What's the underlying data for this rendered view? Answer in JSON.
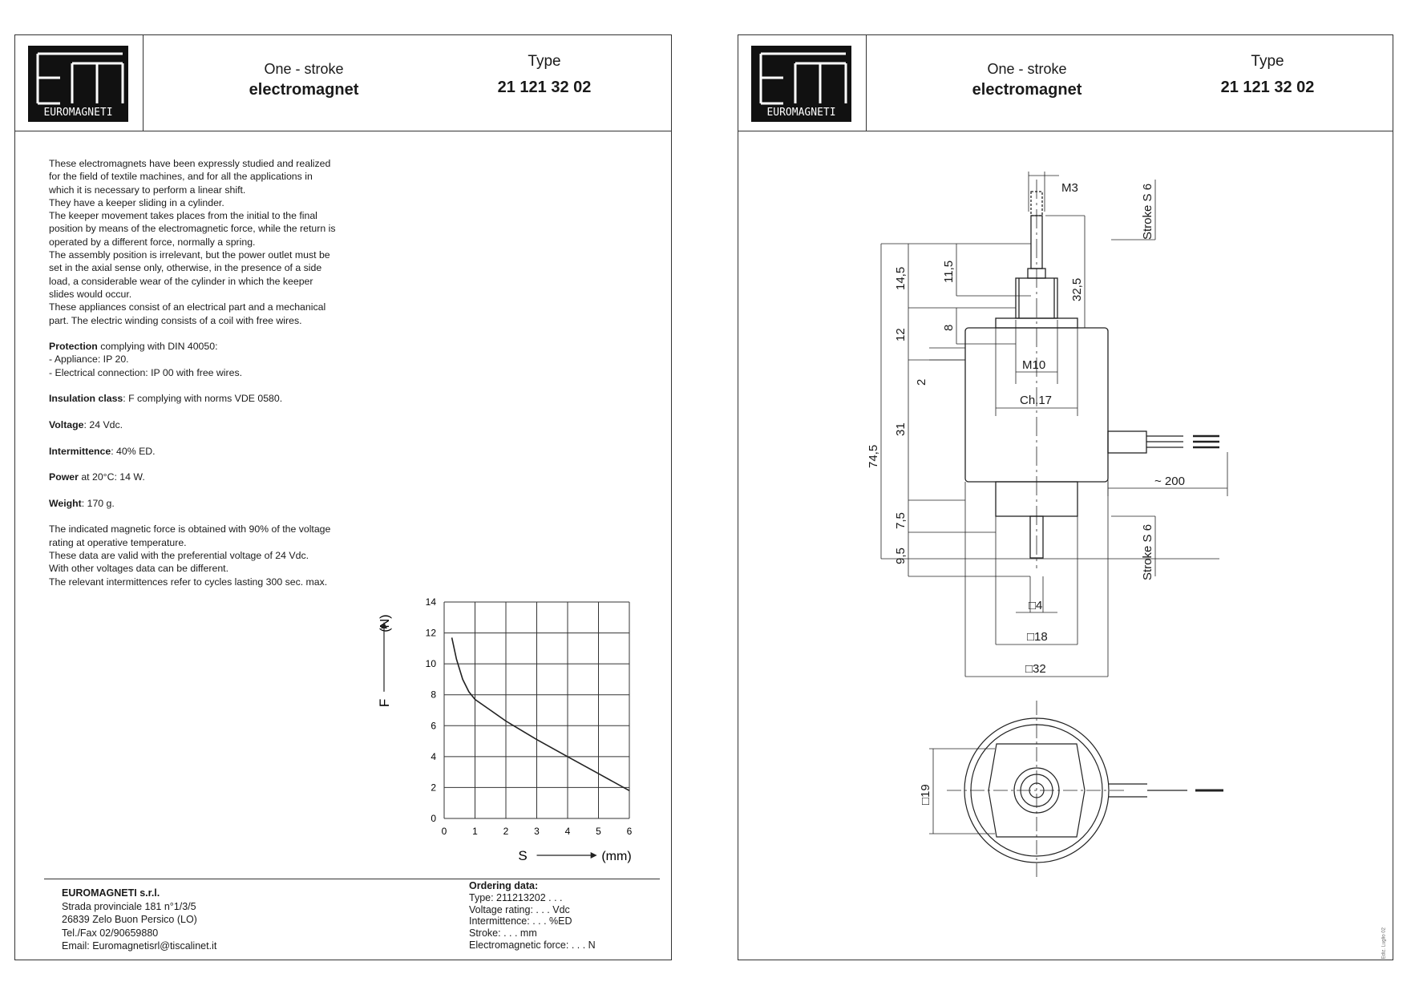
{
  "header": {
    "logo_text": "EUROMAGNETI",
    "product_line1": "One - stroke",
    "product_line2": "electromagnet",
    "type_label": "Type",
    "type_number": "21 121 32 02"
  },
  "description": [
    "These electromagnets have been expressly studied and realized",
    "for the field of textile machines, and for all the applications in",
    "which it is necessary to perform a linear shift.",
    "They have a keeper sliding in a cylinder.",
    "The keeper movement takes places from the initial to the final",
    "position by means of the electromagnetic force, while the return is",
    "operated by a different force, normally a spring.",
    "The assembly position is irrelevant, but the power outlet must be",
    "set in the axial sense only, otherwise, in the presence of a side",
    "load, a considerable wear of the cylinder in which the keeper",
    "slides would occur.",
    "These appliances consist of an electrical part and a mechanical",
    "part. The electric winding consists of a coil with free wires."
  ],
  "specs": {
    "protection_label": "Protection",
    "protection_text": " complying with DIN 40050:",
    "protection_line1": "- Appliance: IP 20.",
    "protection_line2": "- Electrical connection: IP 00 with free wires.",
    "insulation_label": "Insulation class",
    "insulation_text": ": F complying with norms VDE 0580.",
    "voltage_label": "Voltage",
    "voltage_text": ": 24 Vdc.",
    "intermittence_label": "Intermittence",
    "intermittence_text": ": 40% ED.",
    "power_label": "Power",
    "power_text": " at 20°C: 14 W.",
    "weight_label": "Weight",
    "weight_text": ": 170 g."
  },
  "notes": [
    "The indicated magnetic force is obtained with 90% of the voltage",
    "rating at operative temperature.",
    "These data are valid with the preferential voltage of 24 Vdc.",
    "With other voltages data can be different.",
    "The relevant intermittences refer to cycles lasting 300 sec. max."
  ],
  "company": {
    "name": "EUROMAGNETI s.r.l.",
    "address1": "Strada provinciale 181 n°1/3/5",
    "address2": "26839 Zelo Buon Persico (LO)",
    "phone": "Tel./Fax 02/90659880",
    "email": "Email: Euromagnetisrl@tiscalinet.it"
  },
  "ordering": {
    "title": "Ordering data:",
    "type": "Type: 211213202 . . .",
    "voltage": "Voltage rating: . . . Vdc",
    "intermittence": "Intermittence: . . . %ED",
    "stroke": "Stroke: . . . mm",
    "force": "Electromagnetic force: . . . N"
  },
  "chart_data": {
    "type": "line",
    "xlabel": "S",
    "xunit": "(mm)",
    "ylabel": "F",
    "yunit": "(N)",
    "xlim": [
      0,
      6
    ],
    "ylim": [
      0,
      14
    ],
    "xticks": [
      0,
      1,
      2,
      3,
      4,
      5,
      6
    ],
    "yticks": [
      0,
      2,
      4,
      6,
      8,
      10,
      12,
      14
    ],
    "grid": true,
    "series": [
      {
        "x": [
          0.25,
          0.4,
          0.6,
          0.8,
          1.0,
          1.5,
          2.0,
          3.0,
          4.0,
          5.0,
          6.0
        ],
        "y": [
          11.7,
          10.3,
          9.0,
          8.2,
          7.7,
          7.0,
          6.3,
          5.1,
          4.0,
          2.9,
          1.8
        ]
      }
    ]
  },
  "drawing": {
    "thread_top": "M3",
    "stroke_top": "Stroke S 6",
    "dim_14_5": "14,5",
    "dim_11_5": "11,5",
    "dim_32_5": "32,5",
    "dim_12": "12",
    "dim_8": "8",
    "dim_2": "2",
    "thread_mid": "M10",
    "hex": "Ch.17",
    "dim_74_5": "74,5",
    "dim_31": "31",
    "wire_len": "~ 200",
    "dim_7_5": "7,5",
    "dim_9_5": "9,5",
    "stroke_bottom": "Stroke S 6",
    "sq_4": "□4",
    "sq_18": "□18",
    "sq_32": "□32",
    "sq_19": "□19"
  },
  "edition": "Ediz. Luglio 02"
}
